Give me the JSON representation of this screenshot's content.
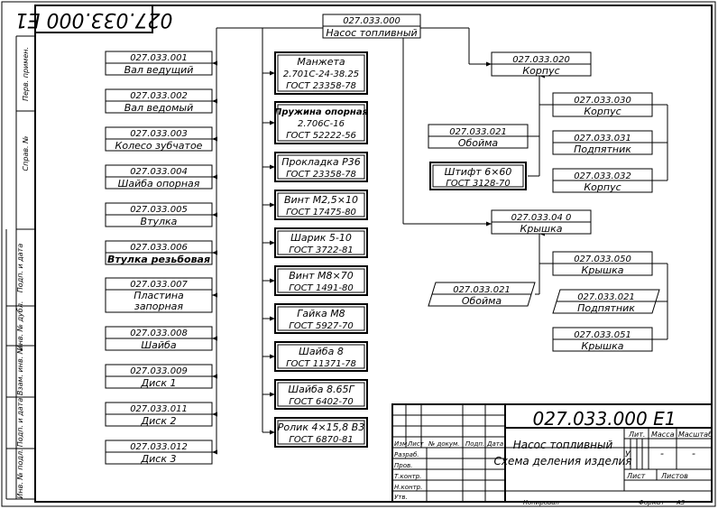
{
  "stamp_code": "027.033.000 Е1",
  "sidebar": {
    "labels": [
      "Перв. примен.",
      "Справ. №",
      "Подп. и дата",
      "Инв. № дубл.",
      "Взам. инв. №",
      "Подп. и дата",
      "Инв. № подл."
    ]
  },
  "root": {
    "code": "027.033.000",
    "name": "Насос топливный"
  },
  "left_parts": [
    {
      "code": "027.033.001",
      "name": "Вал ведущий"
    },
    {
      "code": "027.033.002",
      "name": "Вал ведомый"
    },
    {
      "code": "027.033.003",
      "name": "Колесо зубчатое"
    },
    {
      "code": "027.033.004",
      "name": "Шайба опорная"
    },
    {
      "code": "027.033.005",
      "name": "Втулка"
    },
    {
      "code": "027.033.006",
      "name": "Втулка резьбовая"
    },
    {
      "code": "027.033.007",
      "name": "Пластина запорная"
    },
    {
      "code": "027.033.008",
      "name": "Шайба"
    },
    {
      "code": "027.033.009",
      "name": "Диск 1"
    },
    {
      "code": "027.033.011",
      "name": "Диск 2"
    },
    {
      "code": "027.033.012",
      "name": "Диск 3"
    }
  ],
  "standard_parts": [
    {
      "l1": "Манжета",
      "l2": "2.701С-24-38.25",
      "l3": "ГОСТ 23358-78"
    },
    {
      "l1": "Пружина опорная",
      "l2": "2.706С-16",
      "l3": "ГОСТ 52222-56"
    },
    {
      "l1": "Прокладка Р36",
      "l2": "ГОСТ 23358-78"
    },
    {
      "l1": "Винт М2,5×10",
      "l2": "ГОСТ 17475-80"
    },
    {
      "l1": "Шарик 5-10",
      "l2": "ГОСТ 3722-81"
    },
    {
      "l1": "Винт М8×70",
      "l2": "ГОСТ 1491-80"
    },
    {
      "l1": "Гайка М8",
      "l2": "ГОСТ 5927-70"
    },
    {
      "l1": "Шайба 8",
      "l2": "ГОСТ 11371-78"
    },
    {
      "l1": "Шайба 8.65Г",
      "l2": "ГОСТ 6402-70"
    },
    {
      "l1": "Ролик 4×15,8 В3",
      "l2": "ГОСТ 6870-81"
    }
  ],
  "korpus": {
    "code": "027.033.020",
    "name": "Корпус"
  },
  "korpus_children": [
    {
      "code": "027.033.030",
      "name": "Корпус"
    },
    {
      "code": "027.033.031",
      "name": "Подпятник"
    },
    {
      "code": "027.033.032",
      "name": "Корпус"
    }
  ],
  "korpus_inputs": [
    {
      "l1": "027.033.021",
      "l2": "Обойма"
    },
    {
      "l1": "Штифт 6×60",
      "l2": "ГОСТ 3128-70"
    }
  ],
  "kryshka": {
    "code": "027.033.04 0",
    "name": "Крышка"
  },
  "kryshka_children": [
    {
      "code": "027.033.050",
      "name": "Крышка"
    },
    {
      "code": "027.033.021",
      "name": "Подпятник"
    },
    {
      "code": "027.033.051",
      "name": "Крышка"
    }
  ],
  "kryshka_input": {
    "code": "027.033.021",
    "name": "Обойма"
  },
  "title_block": {
    "designation": "027.033.000 Е1",
    "name_line1": "Насос топливный",
    "name_line2": "Схема деления изделия",
    "col_headers": [
      "Изм.",
      "Лист",
      "№ докум.",
      "Подп.",
      "Дата"
    ],
    "row_labels": [
      "Разраб.",
      "Пров.",
      "Т.контр.",
      "",
      "Н.контр.",
      "Утв."
    ],
    "lit_label": "Лит.",
    "lit_value": "У",
    "mass_label": "Масса",
    "mass_value": "-",
    "scale_label": "Масштаб",
    "scale_value": "-",
    "sheet_label": "Лист",
    "sheets_label": "Листов",
    "copied_label": "Копировал",
    "format_label": "Формат",
    "format_value": "А3"
  }
}
